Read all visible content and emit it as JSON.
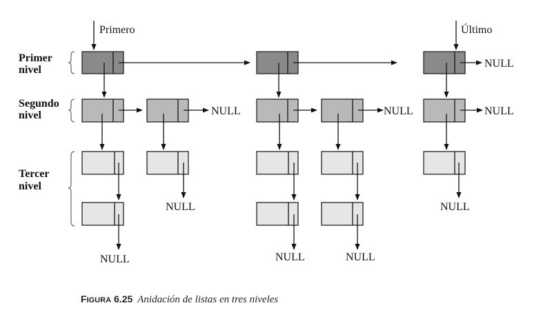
{
  "pointers": {
    "first": "Primero",
    "last": "Último"
  },
  "levels": {
    "level1_line1": "Primer",
    "level1_line2": "nivel",
    "level2_line1": "Segundo",
    "level2_line2": "nivel",
    "level3_line1": "Tercer",
    "level3_line2": "nivel"
  },
  "null_label": "NULL",
  "caption": {
    "prefix_big": "F",
    "prefix_small": "IGURA",
    "number": "6.25",
    "text": "Anidación de listas en tres niveles"
  },
  "colors": {
    "level1_fill": "#8a8a8a",
    "level2_fill": "#b9b9b9",
    "level3_fill": "#e6e6e6",
    "ink": "#111111"
  }
}
